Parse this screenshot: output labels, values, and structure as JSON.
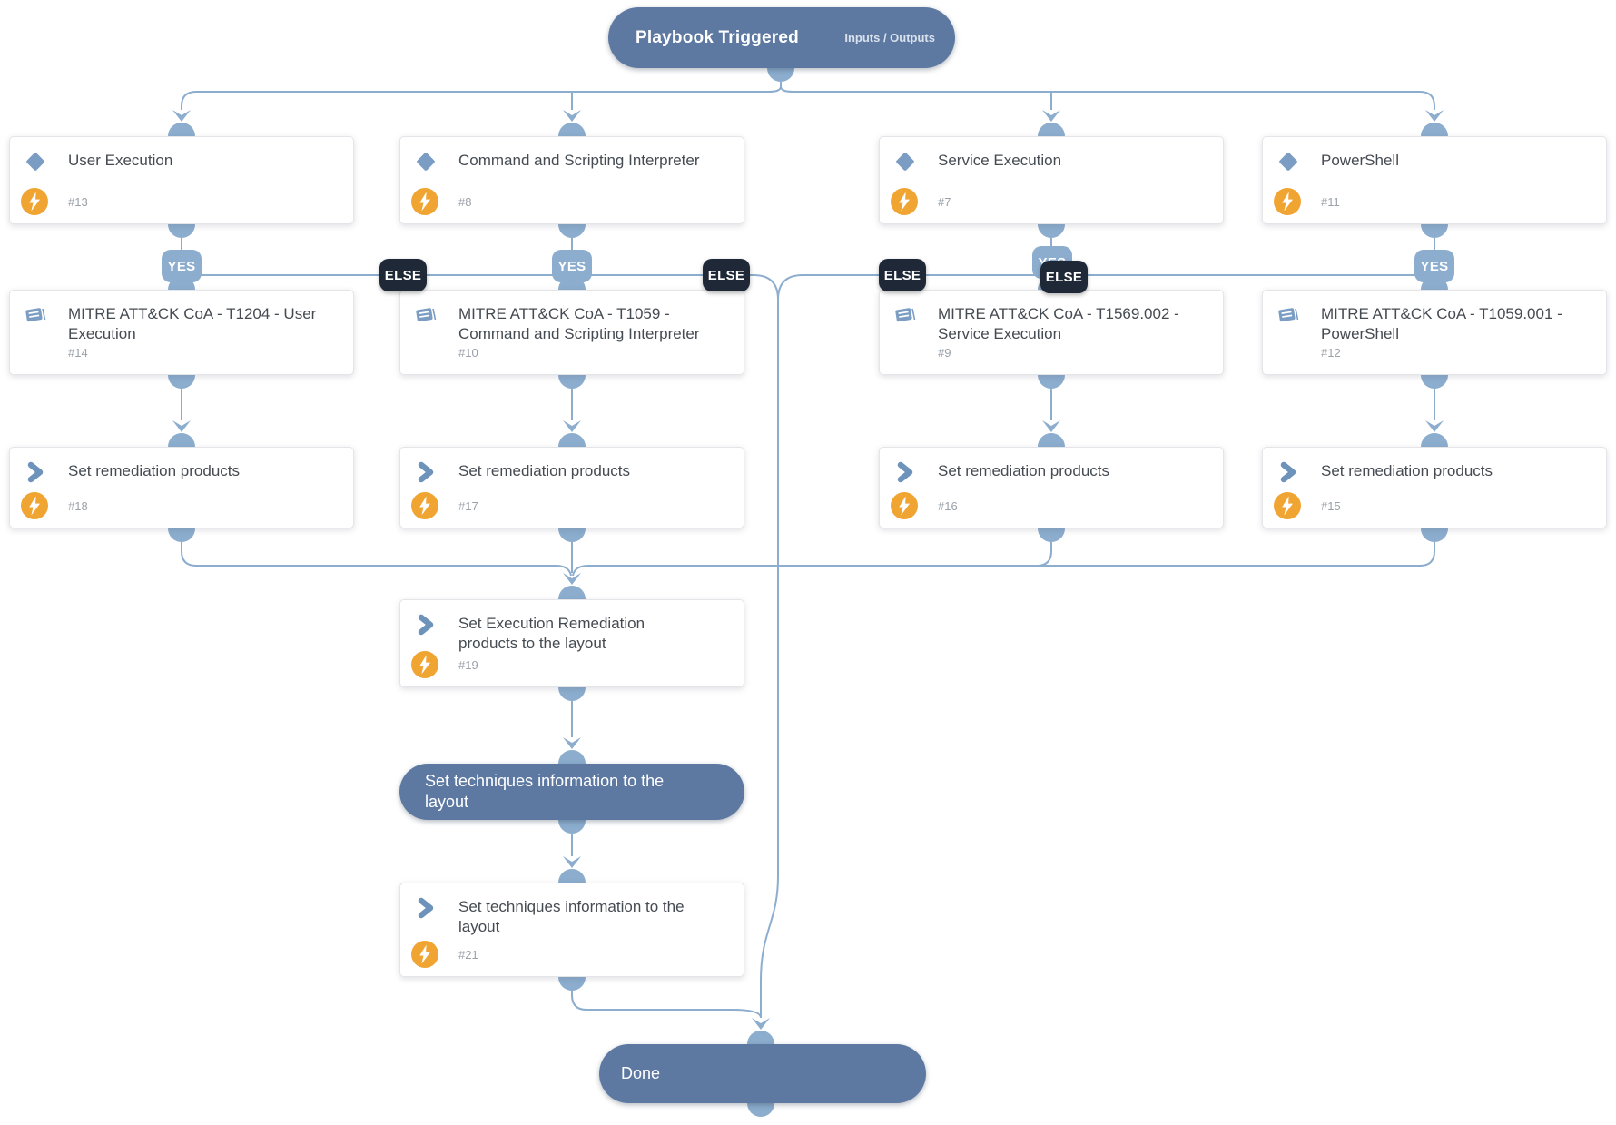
{
  "header": {
    "title": "Playbook Triggered",
    "io_label": "Inputs / Outputs"
  },
  "branch_labels": {
    "yes": "YES",
    "else": "ELSE"
  },
  "section_header": {
    "title": "Set techniques information to the layout"
  },
  "end": {
    "title": "Done"
  },
  "colors": {
    "connector_blue": "#8cadce",
    "pill_blue": "#5d79a1",
    "else_dark": "#1e2836",
    "automation_orange": "#f0a431",
    "icon_steel_blue": "#7b9dc3"
  },
  "tasks": [
    {
      "id": "13",
      "type": "condition",
      "title": "User Execution",
      "number": "#13"
    },
    {
      "id": "8",
      "type": "condition",
      "title": "Command and Scripting Interpreter",
      "number": "#8"
    },
    {
      "id": "7",
      "type": "condition",
      "title": "Service Execution",
      "number": "#7"
    },
    {
      "id": "11",
      "type": "condition",
      "title": "PowerShell",
      "number": "#11"
    },
    {
      "id": "14",
      "type": "playbook",
      "title": "MITRE ATT&CK CoA - T1204 - User Execution",
      "number": "#14"
    },
    {
      "id": "10",
      "type": "playbook",
      "title": "MITRE ATT&CK CoA - T1059 - Command and Scripting Interpreter",
      "number": "#10"
    },
    {
      "id": "9",
      "type": "playbook",
      "title": "MITRE ATT&CK CoA - T1569.002 - Service Execution",
      "number": "#9"
    },
    {
      "id": "12",
      "type": "playbook",
      "title": "MITRE ATT&CK CoA - T1059.001 - PowerShell",
      "number": "#12"
    },
    {
      "id": "18",
      "type": "automation",
      "title": "Set remediation products",
      "number": "#18"
    },
    {
      "id": "17",
      "type": "automation",
      "title": "Set remediation products",
      "number": "#17"
    },
    {
      "id": "16",
      "type": "automation",
      "title": "Set remediation products",
      "number": "#16"
    },
    {
      "id": "15",
      "type": "automation",
      "title": "Set remediation products",
      "number": "#15"
    },
    {
      "id": "19",
      "type": "automation",
      "title": "Set Execution Remediation products to the layout",
      "number": "#19"
    },
    {
      "id": "21",
      "type": "automation",
      "title": "Set techniques information to the layout",
      "number": "#21"
    }
  ]
}
